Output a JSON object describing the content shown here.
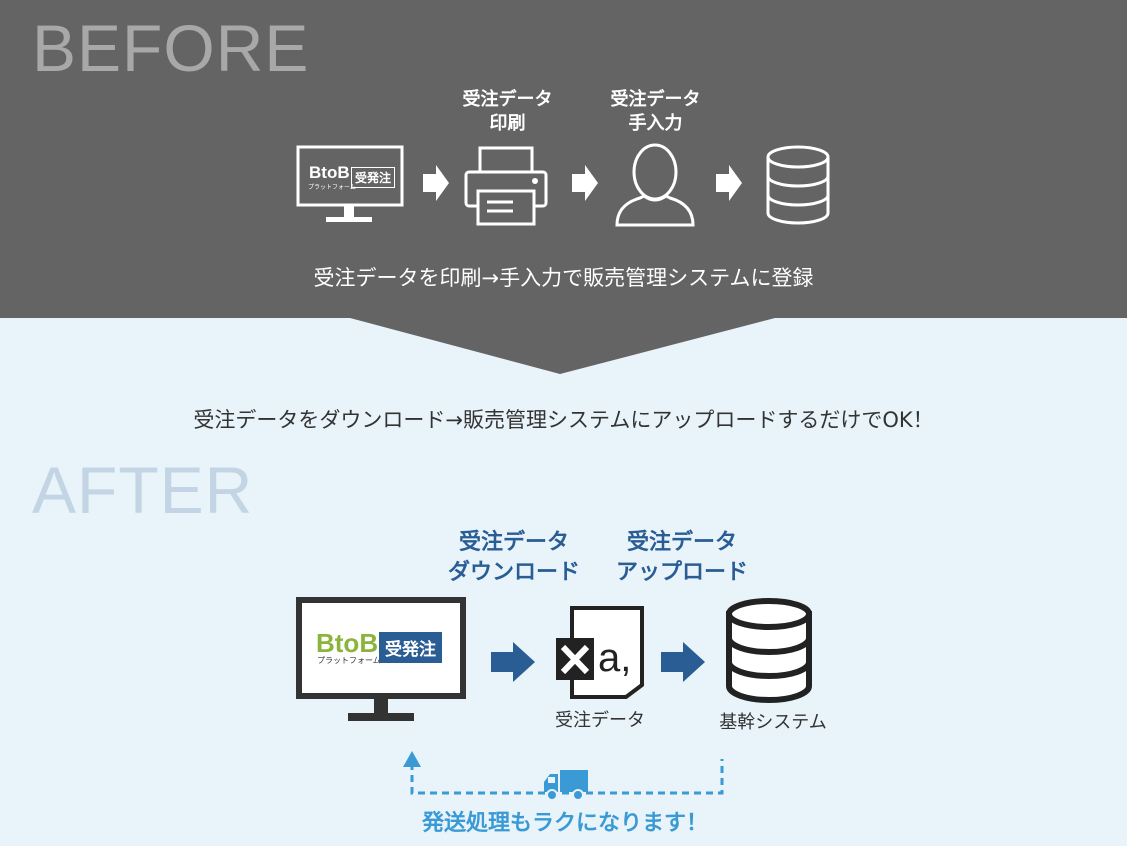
{
  "before": {
    "title": "BEFORE",
    "labels": [
      {
        "line1": "受注データ",
        "line2": "印刷"
      },
      {
        "line1": "受注データ",
        "line2": "手入力"
      }
    ],
    "caption": "受注データを印刷→手入力で販売管理システムに登録",
    "monitor_badge": "受発注",
    "monitor_logo": "BtoB",
    "monitor_logo_sub": "プラットフォーム"
  },
  "after": {
    "title": "AFTER",
    "caption": "受注データをダウンロード→販売管理システムにアップロードするだけでOK！",
    "labels": [
      {
        "line1": "受注データ",
        "line2": "ダウンロード"
      },
      {
        "line1": "受注データ",
        "line2": "アップロード"
      }
    ],
    "monitor_badge": "受発注",
    "monitor_logo": "BtoB",
    "monitor_logo_sub": "プラットフォーム",
    "file_label": "受注データ",
    "system_label": "基幹システム",
    "footer": "発送処理もラクになります！"
  },
  "colors": {
    "dark": "#646464",
    "light_bg": "#e8f3fa",
    "blue": "#2a5d94",
    "accent": "#3a9ad5",
    "green": "#8cb43c"
  }
}
